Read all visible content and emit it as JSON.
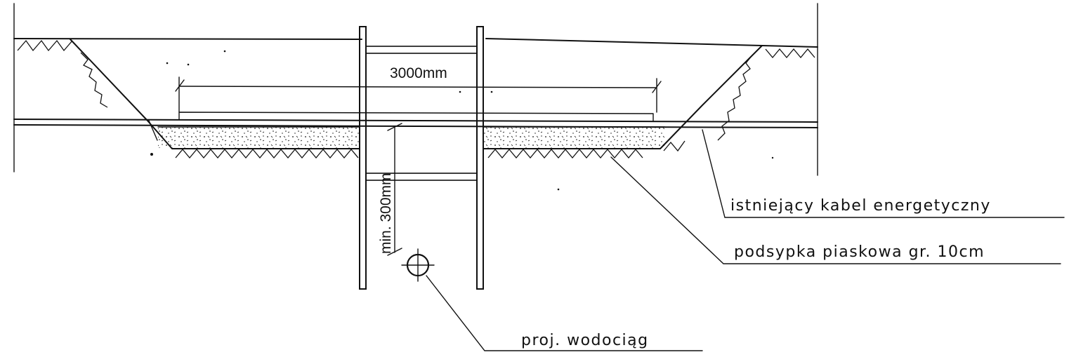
{
  "drawing": {
    "dimension_width": "3000mm",
    "dimension_clearance": "min. 300mm",
    "label_cable": "istniejący kabel energetyczny",
    "label_sand": "podsypka piaskowa gr. 10cm",
    "label_pipe": "proj. wodociąg"
  },
  "colors": {
    "ink": "#111111",
    "paper": "#ffffff"
  }
}
